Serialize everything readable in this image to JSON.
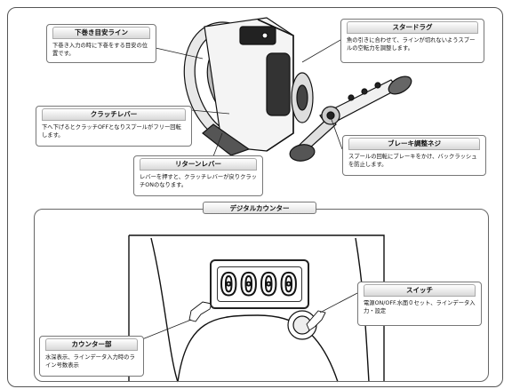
{
  "callouts": {
    "level_wind": {
      "title": "下巻き目安ライン",
      "body": "下巻き入力の時に下巻をする目安の位置です。"
    },
    "star_drag": {
      "title": "スタードラグ",
      "body": "魚の引きに合わせて、ラインが切れないようスプールの空転力を調整します。"
    },
    "clutch_lever": {
      "title": "クラッチレバー",
      "body": "下へ下げるとクラッチOFFとなりスプールがフリー回転します。"
    },
    "brake_knob": {
      "title": "ブレーキ調整ネジ",
      "body": "スプールの回転にブレーキをかけ、バックラッシュを防止します。"
    },
    "return_lever": {
      "title": "リターンレバー",
      "body": "レバーを押すと、クラッチレバーが戻りクラッチONのなります。"
    },
    "switch": {
      "title": "スイッチ",
      "body": "電源ON/OFF.水面０セット、ラインデータ入力・設定"
    },
    "counter_unit": {
      "title": "カウンター部",
      "body": "水深表示、ラインデータ入力時のライン号数表示"
    }
  },
  "section": {
    "title": "デジタルカウンター"
  },
  "counter_display": {
    "value": "0000"
  }
}
